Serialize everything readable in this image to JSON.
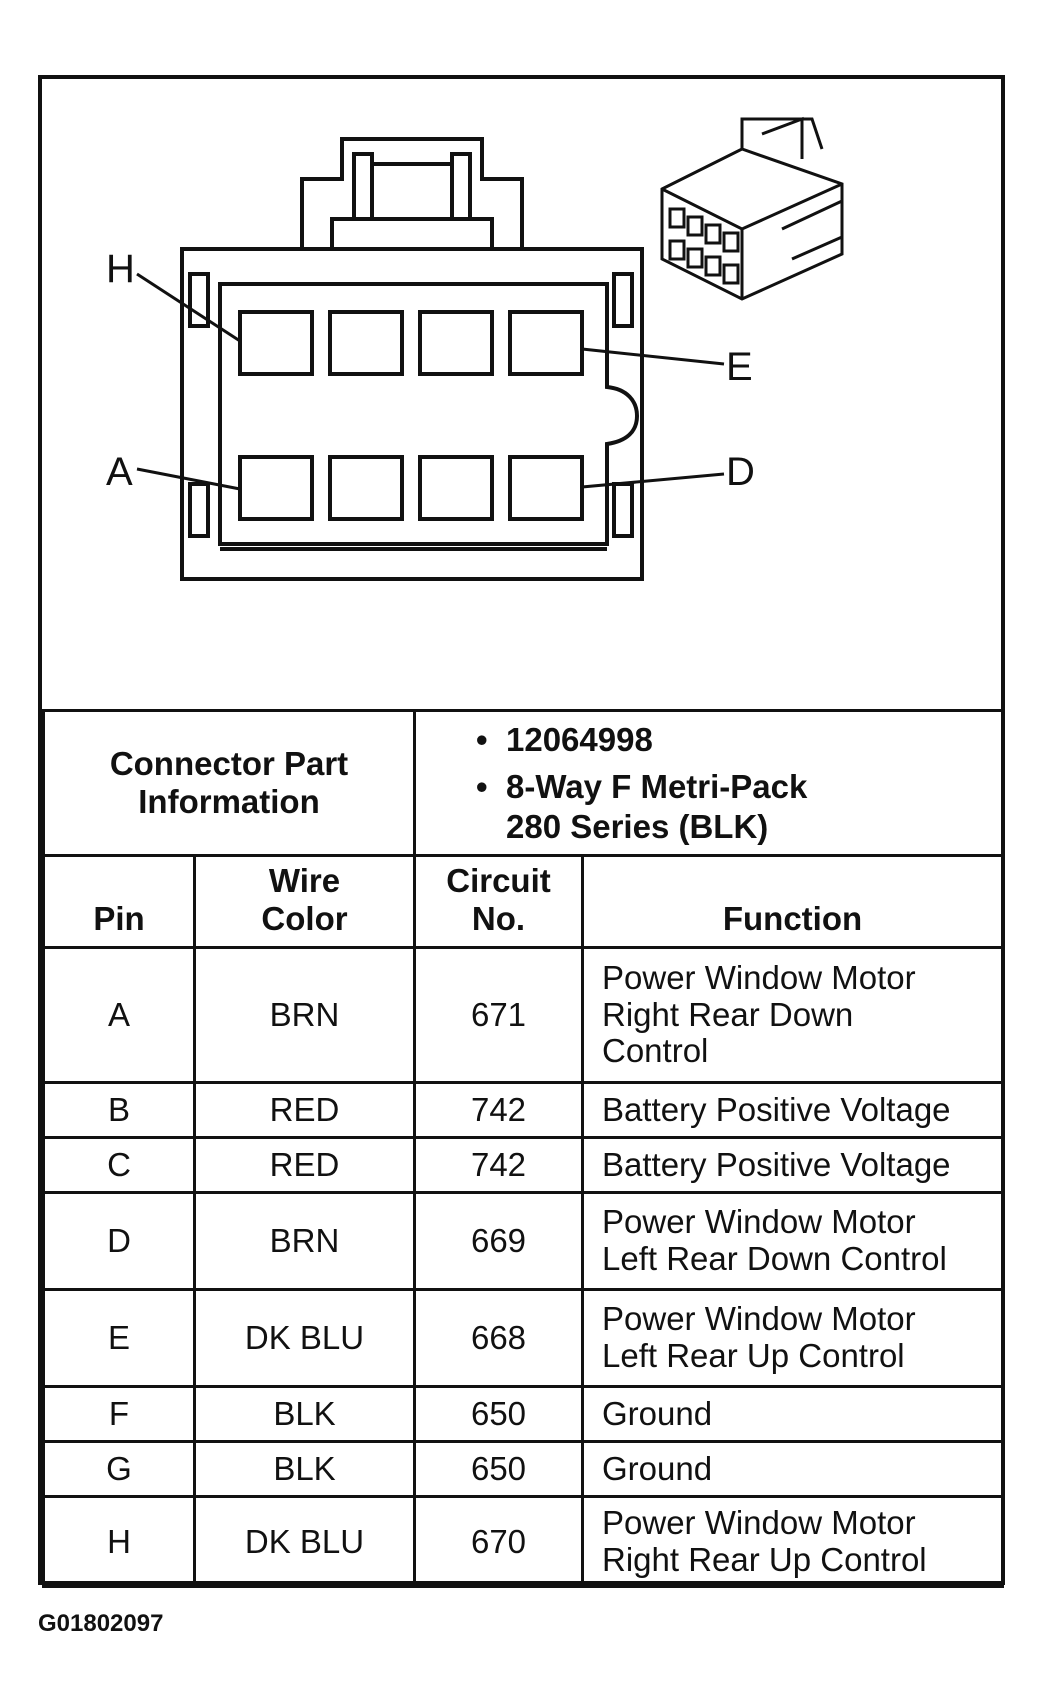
{
  "diagram": {
    "pin_labels": {
      "H": "H",
      "E": "E",
      "A": "A",
      "D": "D"
    }
  },
  "connector_info": {
    "label_line1": "Connector Part",
    "label_line2": "Information",
    "part_number": "12064998",
    "description_line1": "8-Way F Metri-Pack",
    "description_line2": "280 Series (BLK)"
  },
  "table": {
    "headers": {
      "pin": "Pin",
      "wire_color_line1": "Wire",
      "wire_color_line2": "Color",
      "circuit_line1": "Circuit",
      "circuit_line2": "No.",
      "function": "Function"
    },
    "rows": [
      {
        "pin": "A",
        "wire_color": "BRN",
        "circuit": "671",
        "function_lines": [
          "Power Window Motor",
          "Right Rear Down",
          "Control"
        ]
      },
      {
        "pin": "B",
        "wire_color": "RED",
        "circuit": "742",
        "function_lines": [
          "Battery Positive Voltage"
        ]
      },
      {
        "pin": "C",
        "wire_color": "RED",
        "circuit": "742",
        "function_lines": [
          "Battery Positive Voltage"
        ]
      },
      {
        "pin": "D",
        "wire_color": "BRN",
        "circuit": "669",
        "function_lines": [
          "Power Window Motor",
          "Left Rear Down Control"
        ]
      },
      {
        "pin": "E",
        "wire_color": "DK BLU",
        "circuit": "668",
        "function_lines": [
          "Power Window Motor",
          "Left Rear Up Control"
        ]
      },
      {
        "pin": "F",
        "wire_color": "BLK",
        "circuit": "650",
        "function_lines": [
          "Ground"
        ]
      },
      {
        "pin": "G",
        "wire_color": "BLK",
        "circuit": "650",
        "function_lines": [
          "Ground"
        ]
      },
      {
        "pin": "H",
        "wire_color": "DK BLU",
        "circuit": "670",
        "function_lines": [
          "Power Window Motor",
          "Right Rear Up Control"
        ]
      }
    ]
  },
  "figure_id": "G01802097"
}
